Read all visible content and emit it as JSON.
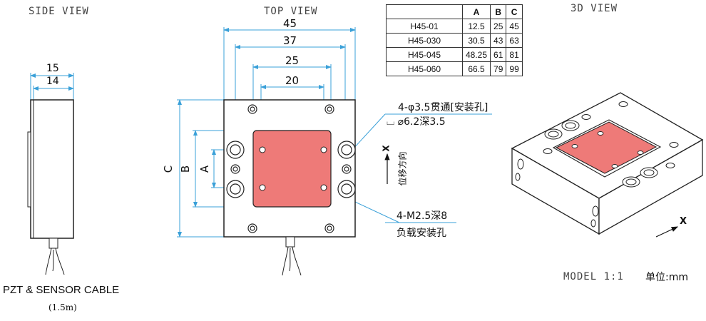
{
  "views": {
    "side": "SIDE VIEW",
    "top": "TOP VIEW",
    "three_d": "3D VIEW"
  },
  "dimensions": {
    "side_15": "15",
    "side_14": "14",
    "top_45": "45",
    "top_37": "37",
    "top_25": "25",
    "top_20": "20",
    "label_a": "A",
    "label_b": "B",
    "label_c": "C"
  },
  "callouts": {
    "through_hole": "4-φ3.5贯通[安装孔]",
    "counterbore": "⌴ ⌀6.2深3.5",
    "m25_line1": "4-M2.5深8",
    "m25_line2": "负载安装孔",
    "direction": "位移方向",
    "x_axis": "X",
    "x_axis_3d": "X"
  },
  "cable": {
    "title": "PZT & SENSOR CABLE",
    "length": "(1.5m)"
  },
  "model_scale": "MODEL 1:1",
  "unit": "单位:mm",
  "spec_table": {
    "headers": [
      "",
      "A",
      "B",
      "C"
    ],
    "rows": [
      {
        "name": "H45-01",
        "a": "12.5",
        "b": "25",
        "c": "45"
      },
      {
        "name": "H45-030",
        "a": "30.5",
        "b": "43",
        "c": "63"
      },
      {
        "name": "H45-045",
        "a": "48.25",
        "b": "61",
        "c": "81"
      },
      {
        "name": "H45-060",
        "a": "66.5",
        "b": "79",
        "c": "99"
      }
    ]
  },
  "colors": {
    "dimension_line": "#3aa0d8",
    "stage_plate": "#ee7a78",
    "outline": "#222222"
  }
}
